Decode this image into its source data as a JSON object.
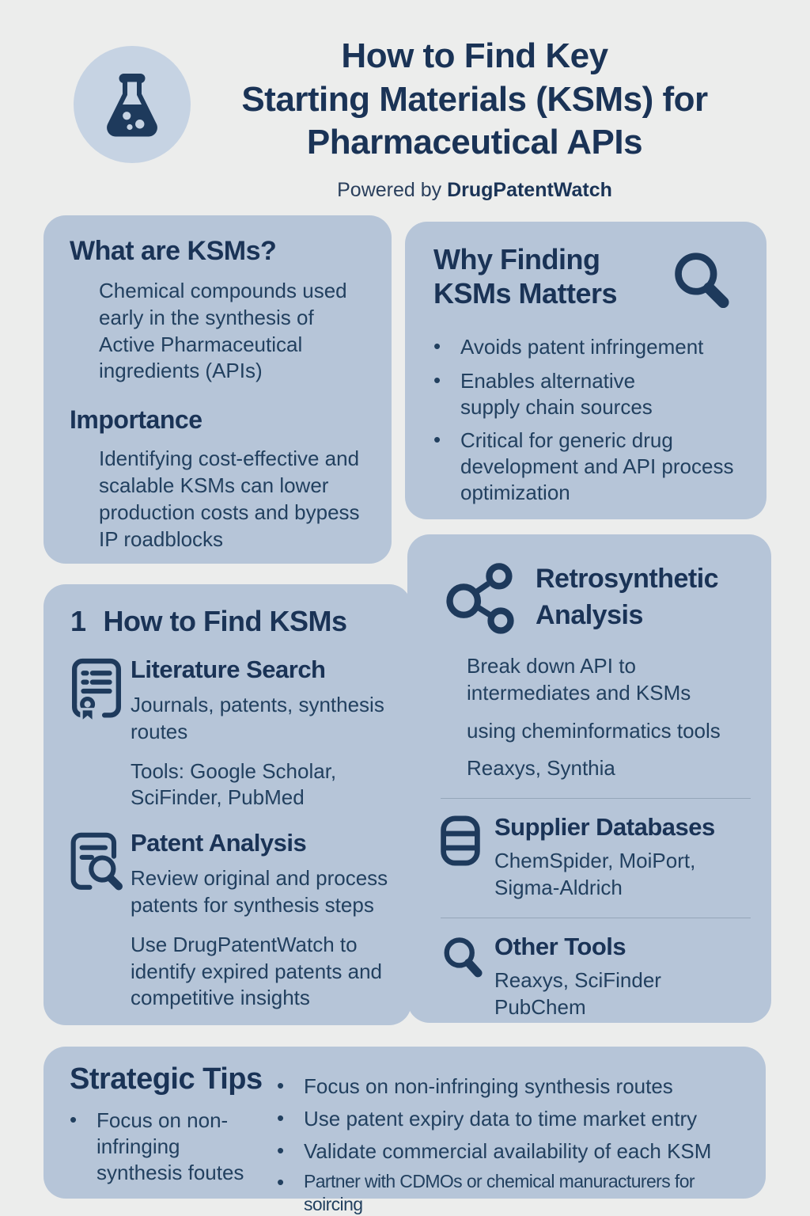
{
  "header": {
    "title_lines": [
      "How to Find Key",
      "Starting Materials (KSMs) for",
      "Pharmaceutical APIs"
    ],
    "powered_prefix": "Powered by ",
    "brand": "DrugPatentWatch"
  },
  "colors": {
    "background": "#ecedec",
    "panel_blue": "#b6c5d8",
    "icon_circle_blue": "#c6d3e3",
    "navy_text": "#1a3356",
    "body_text": "#22405f"
  },
  "what_are_ksms": {
    "heading": "What are KSMs?",
    "body": "Chemical compounds used early in the synthesis of Active Pharmaceutical ingredients (APIs)",
    "importance_heading": "Importance",
    "importance_body": "Identifying cost-effective and scalable KSMs can lower production costs and bypess IP roadblocks"
  },
  "why_matters": {
    "heading_line1": "Why Finding",
    "heading_line2": "KSMs Matters",
    "icon": "magnifier-icon",
    "bullets": [
      "Avoids patent infringement",
      "Enables alternative supply chain sources",
      "Critical for generic drug development and API process optimization"
    ]
  },
  "how_to_find": {
    "number": "1",
    "heading": "How to Find KSMs",
    "items": [
      {
        "icon": "certificate-document-icon",
        "title": "Literature Search",
        "body1": "Journals, patents, synthesis routes",
        "body2": "Tools: Google Scholar, SciFinder, PubMed"
      },
      {
        "icon": "patent-search-icon",
        "title": "Patent Analysis",
        "body1": "Review original and process patents for synthesis steps",
        "body2": "Use DrugPatentWatch to identify expired patents and competitive insights"
      }
    ]
  },
  "methods": {
    "retrosynthetic": {
      "icon": "molecule-icon",
      "heading_line1": "Retrosynthetic",
      "heading_line2": "Analysis",
      "lines": [
        "Break down API to intermediates and KSMs",
        "using cheminformatics tools",
        "Reaxys, Synthia"
      ]
    },
    "supplier": {
      "icon": "database-icon",
      "heading": "Supplier Databases",
      "body": "ChemSpider, MoiPort, Sigma-Aldrich"
    },
    "other": {
      "icon": "magnifier-icon",
      "heading": "Other Tools",
      "body": "Reaxys, SciFinder PubChem"
    }
  },
  "strategic_tips": {
    "heading": "Strategic Tips",
    "left_bullets": [
      "Focus on non-infringing synthesis foutes"
    ],
    "right_bullets": [
      "Focus on non-infringing synthesis routes",
      "Use patent expiry data to time market entry",
      "Validate commercial availability of each KSM",
      "Partner with CDMOs or chemical manuracturers for soircing"
    ]
  }
}
